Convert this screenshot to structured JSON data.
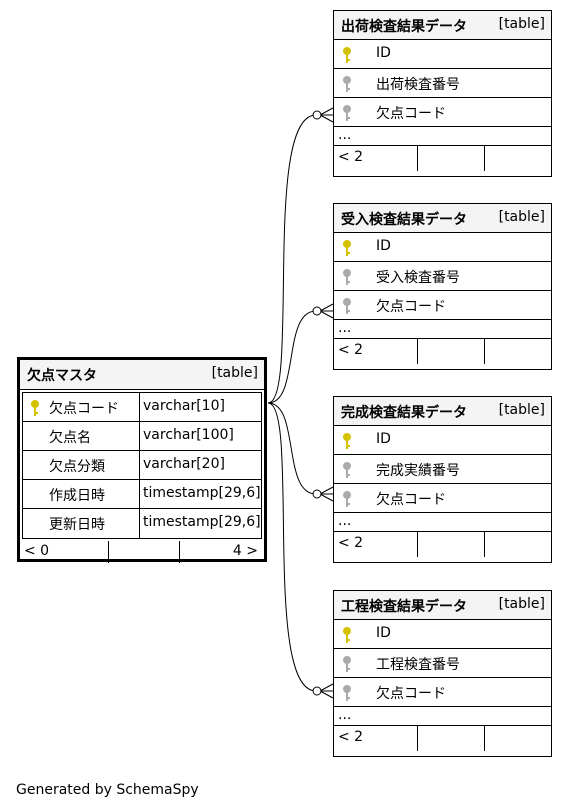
{
  "colors": {
    "primary_key": "#d4c200",
    "foreign_key": "#aaaaaa",
    "header_bg": "#f4f4f4"
  },
  "main_table": {
    "name": "欠点マスタ",
    "type": "[table]",
    "columns": [
      {
        "name": "欠点コード",
        "type": "varchar[10]",
        "icon": "primary-key-icon"
      },
      {
        "name": "欠点名",
        "type": "varchar[100]"
      },
      {
        "name": "欠点分類",
        "type": "varchar[20]"
      },
      {
        "name": "作成日時",
        "type": "timestamp[29,6]"
      },
      {
        "name": "更新日時",
        "type": "timestamp[29,6]"
      }
    ],
    "footer": {
      "left": "< 0",
      "right": "4 >"
    }
  },
  "tables": [
    {
      "name": "出荷検査結果データ",
      "type": "[table]",
      "columns": [
        {
          "name": "ID",
          "icon": "primary-key-icon"
        },
        {
          "name": "出荷検査番号",
          "icon": "foreign-key-icon"
        },
        {
          "name": "欠点コード",
          "icon": "foreign-key-icon"
        }
      ],
      "ellipsis": "...",
      "footer": {
        "left": "< 2"
      }
    },
    {
      "name": "受入検査結果データ",
      "type": "[table]",
      "columns": [
        {
          "name": "ID",
          "icon": "primary-key-icon"
        },
        {
          "name": "受入検査番号",
          "icon": "foreign-key-icon"
        },
        {
          "name": "欠点コード",
          "icon": "foreign-key-icon"
        }
      ],
      "ellipsis": "...",
      "footer": {
        "left": "< 2"
      }
    },
    {
      "name": "完成検査結果データ",
      "type": "[table]",
      "columns": [
        {
          "name": "ID",
          "icon": "primary-key-icon"
        },
        {
          "name": "完成実績番号",
          "icon": "foreign-key-icon"
        },
        {
          "name": "欠点コード",
          "icon": "foreign-key-icon"
        }
      ],
      "ellipsis": "...",
      "footer": {
        "left": "< 2"
      }
    },
    {
      "name": "工程検査結果データ",
      "type": "[table]",
      "columns": [
        {
          "name": "ID",
          "icon": "primary-key-icon"
        },
        {
          "name": "工程検査番号",
          "icon": "foreign-key-icon"
        },
        {
          "name": "欠点コード",
          "icon": "foreign-key-icon"
        }
      ],
      "ellipsis": "...",
      "footer": {
        "left": "< 2"
      }
    }
  ],
  "footer_text": "Generated by SchemaSpy"
}
